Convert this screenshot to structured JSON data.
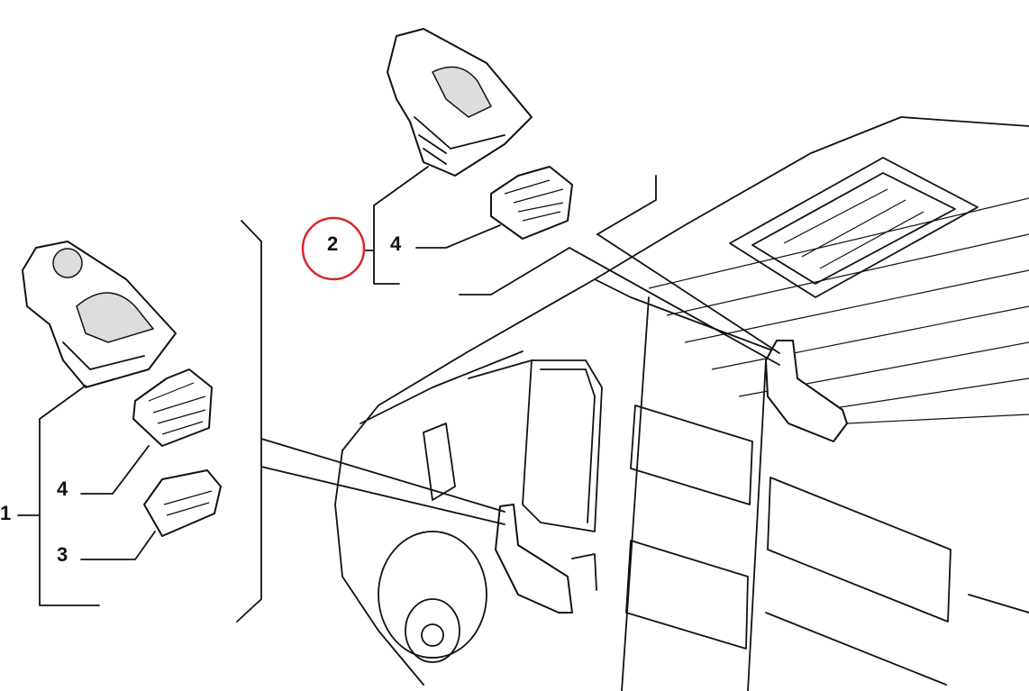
{
  "diagram": {
    "callouts": {
      "window_switch_passenger": "2",
      "connector_top": "4",
      "switch_assembly_driver": "1",
      "connector_left": "4",
      "cover_plug": "3"
    },
    "highlight_color": "#d9252b"
  }
}
